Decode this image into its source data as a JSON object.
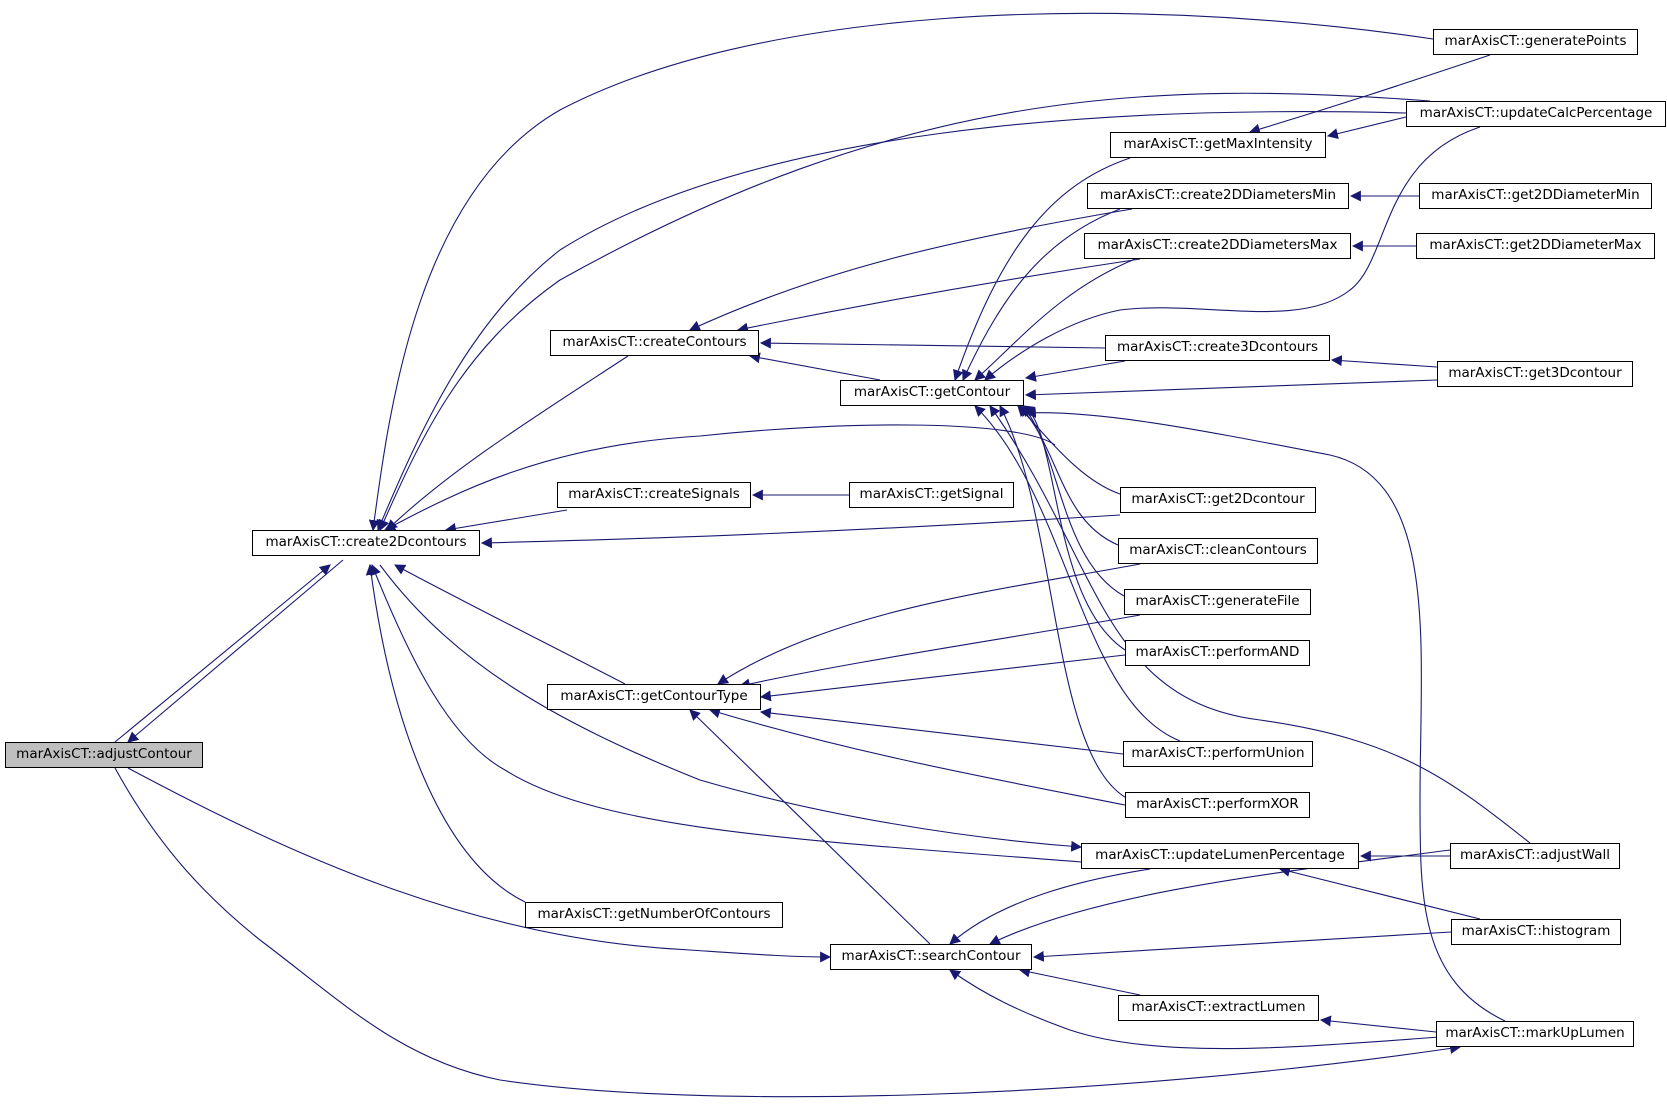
{
  "colors": {
    "edge": "#191970",
    "root_fill": "#bfbfbf",
    "node_fill": "#ffffff",
    "node_border": "#000000"
  },
  "nodes": {
    "adjustContour": "marAxisCT::adjustContour",
    "create2Dcontours": "marAxisCT::create2Dcontours",
    "createContours": "marAxisCT::createContours",
    "createSignals": "marAxisCT::createSignals",
    "getContourType": "marAxisCT::getContourType",
    "getNumberOfContours": "marAxisCT::getNumberOfContours",
    "searchContour": "marAxisCT::searchContour",
    "getContour": "marAxisCT::getContour",
    "getSignal": "marAxisCT::getSignal",
    "getMaxIntensity": "marAxisCT::getMaxIntensity",
    "create2DDiametersMin": "marAxisCT::create2DDiametersMin",
    "create2DDiametersMax": "marAxisCT::create2DDiametersMax",
    "create3Dcontours": "marAxisCT::create3Dcontours",
    "get2Dcontour": "marAxisCT::get2Dcontour",
    "cleanContours": "marAxisCT::cleanContours",
    "generateFile": "marAxisCT::generateFile",
    "performAND": "marAxisCT::performAND",
    "performUnion": "marAxisCT::performUnion",
    "performXOR": "marAxisCT::performXOR",
    "updateLumenPercentage": "marAxisCT::updateLumenPercentage",
    "extractLumen": "marAxisCT::extractLumen",
    "generatePoints": "marAxisCT::generatePoints",
    "updateCalcPercentage": "marAxisCT::updateCalcPercentage",
    "get2DDiameterMin": "marAxisCT::get2DDiameterMin",
    "get2DDiameterMax": "marAxisCT::get2DDiameterMax",
    "get3Dcontour": "marAxisCT::get3Dcontour",
    "adjustWall": "marAxisCT::adjustWall",
    "histogram": "marAxisCT::histogram",
    "markUpLumen": "marAxisCT::markUpLumen"
  }
}
